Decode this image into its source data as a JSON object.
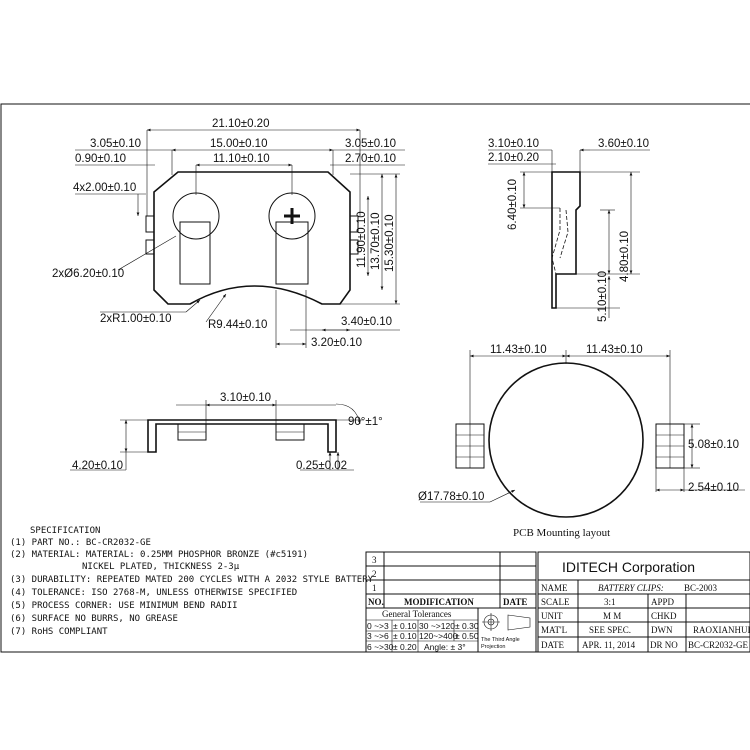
{
  "top_view": {
    "dims": {
      "overall_width": "21.10±0.20",
      "outer_tab_left": "3.05±0.10",
      "outer_tab_right": "3.05±0.10",
      "inner_span": "15.00±0.10",
      "hole_span": "11.10±0.10",
      "slot_left": "0.90±0.10",
      "slot_right": "2.70±0.10",
      "slot_height": "4x2.00±0.10",
      "holes": "2xØ6.20±0.10",
      "radius_small": "2xR1.00±0.10",
      "radius_large": "R9.44±0.10",
      "height_1": "11.90±0.10",
      "height_2": "13.70±0.10",
      "height_3": "15.30±0.10",
      "bottom_right": "3.40±0.10",
      "bottom_center": "3.20±0.10"
    }
  },
  "side_view": {
    "dims": {
      "top_a": "3.10±0.10",
      "top_b": "3.60±0.10",
      "top_c": "2.10±0.20",
      "height_a": "6.40±0.10",
      "height_b": "4.80±0.10",
      "height_c": "5.10±0.10"
    }
  },
  "front_view": {
    "dims": {
      "width": "3.10±0.10",
      "angle": "90°±1°",
      "height": "4.20±0.10",
      "thickness": "0.25±0.02"
    }
  },
  "pcb_layout": {
    "dims": {
      "left": "11.43±0.10",
      "right": "11.43±0.10",
      "pad_height": "5.08±0.10",
      "pad_width": "2.54±0.10",
      "diameter": "Ø17.78±0.10"
    },
    "caption": "PCB Mounting layout"
  },
  "specification": {
    "heading": "SPECIFICATION",
    "lines": [
      "(1) PART NO.: BC-CR2032-GE",
      "(2) MATERIAL: MATERIAL: 0.25MM PHOSPHOR BRONZE (#c5191)",
      "NICKEL PLATED, THICKNESS 2-3μ",
      "(3) DURABILITY: REPEATED MATED 200 CYCLES WITH A 2032 STYLE BATTERY",
      "(4) TOLERANCE: ISO 2768-M, UNLESS OTHERWISE SPECIFIED",
      "(5) PROCESS CORNER: USE MINIMUM BEND RADII",
      "(6) SURFACE NO BURRS, NO GREASE",
      "(7) RoHS COMPLIANT"
    ]
  },
  "title_block": {
    "company": "IDITECH Corporation",
    "rev_rows": [
      "3",
      "2",
      "1"
    ],
    "rev_headers": [
      "NO.",
      "MODIFICATION",
      "DATE"
    ],
    "tolerance_title": "General Tolerances",
    "tolerances": [
      [
        "0 ~>3",
        "± 0.10",
        "30 ~>120",
        "± 0.30"
      ],
      [
        "3 ~>6",
        "± 0.10",
        "120~>400",
        "± 0.50"
      ],
      [
        "6 ~>30",
        "± 0.20",
        "Angle: ± 3°",
        ""
      ]
    ],
    "projection_label": [
      "The Third Angle",
      "Projection"
    ],
    "name_label": "NAME",
    "name_value": "BATTERY CLIPS:",
    "name_part": "BC-2003",
    "scale_label": "SCALE",
    "scale_value": "3:1",
    "appd_label": "APPD",
    "unit_label": "UNIT",
    "unit_value": "M M",
    "chkd_label": "CHKD",
    "matl_label": "MAT'L",
    "matl_value": "SEE SPEC.",
    "dwn_label": "DWN",
    "dwn_value": "RAOXIANHUI",
    "date_label": "DATE",
    "date_value": "APR. 11, 2014",
    "drno_label": "DR NO",
    "drno_value": "BC-CR2032-GE"
  }
}
